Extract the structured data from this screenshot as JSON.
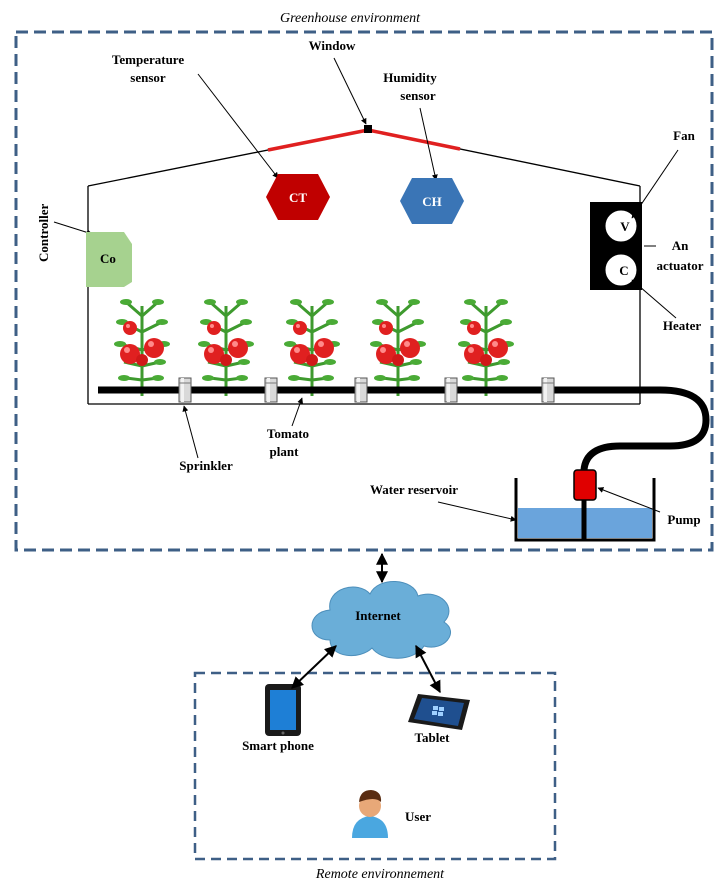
{
  "labels": {
    "greenhouse_env": "Greenhouse environment",
    "remote_env": "Remote environnement",
    "window": "Window",
    "temperature_sensor_1": "Temperature",
    "temperature_sensor_2": "sensor",
    "humidity_sensor_1": "Humidity",
    "humidity_sensor_2": "sensor",
    "fan": "Fan",
    "actuator_1": "An",
    "actuator_2": "actuator",
    "heater": "Heater",
    "controller": "Controller",
    "sprinkler": "Sprinkler",
    "tomato_plant_1": "Tomato",
    "tomato_plant_2": "plant",
    "water_reservoir": "Water reservoir",
    "pump": "Pump",
    "internet": "Internet",
    "smart_phone": "Smart phone",
    "tablet": "Tablet",
    "user": "User"
  },
  "nodes": {
    "ct": "CT",
    "ch": "CH",
    "co": "Co",
    "v": "V",
    "c": "C"
  },
  "colors": {
    "dash_border": "#3e5f86",
    "ct_fill": "#c00000",
    "ch_fill": "#3a75b6",
    "co_fill": "#a6d28f",
    "window_red": "#e02020",
    "cloud": "#6aaed8",
    "water": "#6aa4dc",
    "pump": "#e00000",
    "tomato": "#e02020",
    "leaf": "#3e9a2e"
  },
  "icons": {
    "tomato": "tomato-plant-icon",
    "sprinkler": "sprinkler-icon",
    "phone": "smart-phone-icon",
    "tablet": "tablet-icon",
    "user": "user-icon",
    "cloud": "cloud-icon"
  }
}
